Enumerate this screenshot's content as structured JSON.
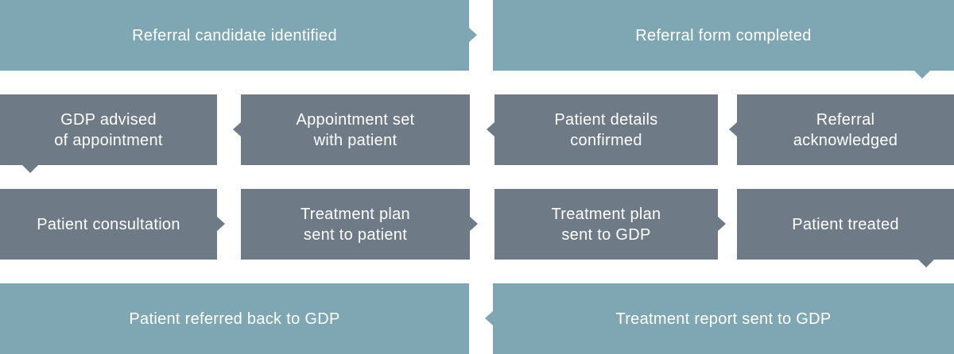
{
  "colors": {
    "teal": "#7ea7b3",
    "slate": "#6e7b87",
    "text": "#ffffff"
  },
  "steps": {
    "s1": "Referral candidate identified",
    "s2": "Referral form completed",
    "s3": "Referral\nacknowledged",
    "s4": "Patient details\nconfirmed",
    "s5": "Appointment set\nwith patient",
    "s6": "GDP advised\nof appointment",
    "s7": "Patient consultation",
    "s8": "Treatment plan\nsent to patient",
    "s9": "Treatment plan\nsent to GDP",
    "s10": "Patient treated",
    "s11": "Treatment report sent to GDP",
    "s12": "Patient referred back to GDP"
  }
}
